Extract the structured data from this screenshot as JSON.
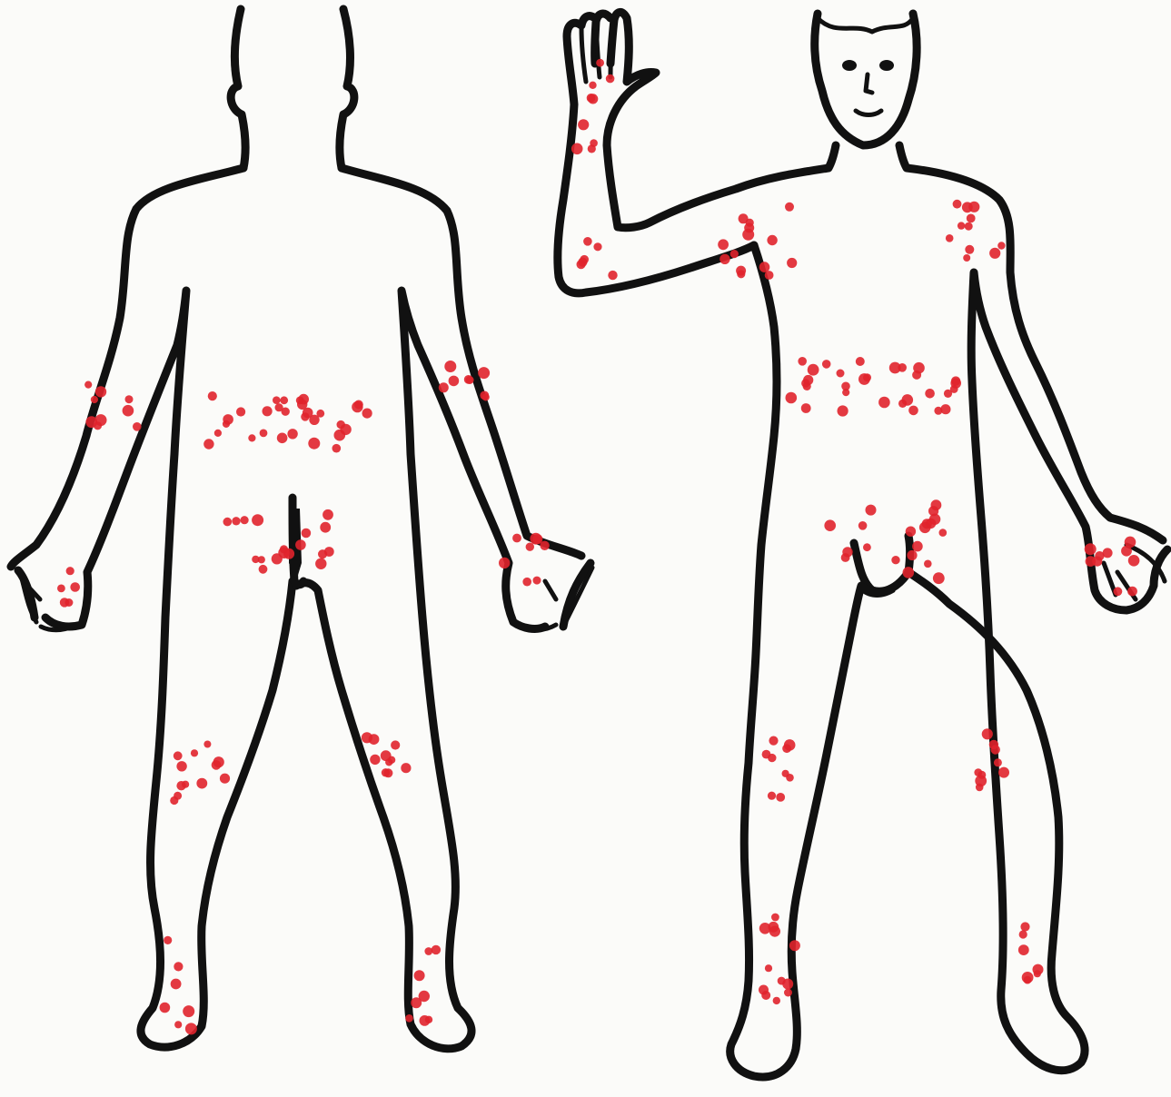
{
  "diagram": {
    "background_color": "#fbfbf9",
    "outline_color": "#111111",
    "spot_color": "#e0242c",
    "figures": [
      {
        "view": "back",
        "regions": [
          "left-forearm",
          "right-forearm",
          "lower-back-belt",
          "buttocks",
          "left-hand",
          "right-hand",
          "left-knee-back",
          "right-knee-back",
          "left-ankle",
          "right-ankle"
        ]
      },
      {
        "view": "front",
        "regions": [
          "raised-hand",
          "raised-wrist",
          "raised-elbow",
          "left-shoulder",
          "right-shoulder",
          "waist-belt",
          "groin",
          "right-wrist-hand",
          "left-knee",
          "right-knee",
          "left-ankle",
          "right-ankle"
        ]
      }
    ]
  }
}
